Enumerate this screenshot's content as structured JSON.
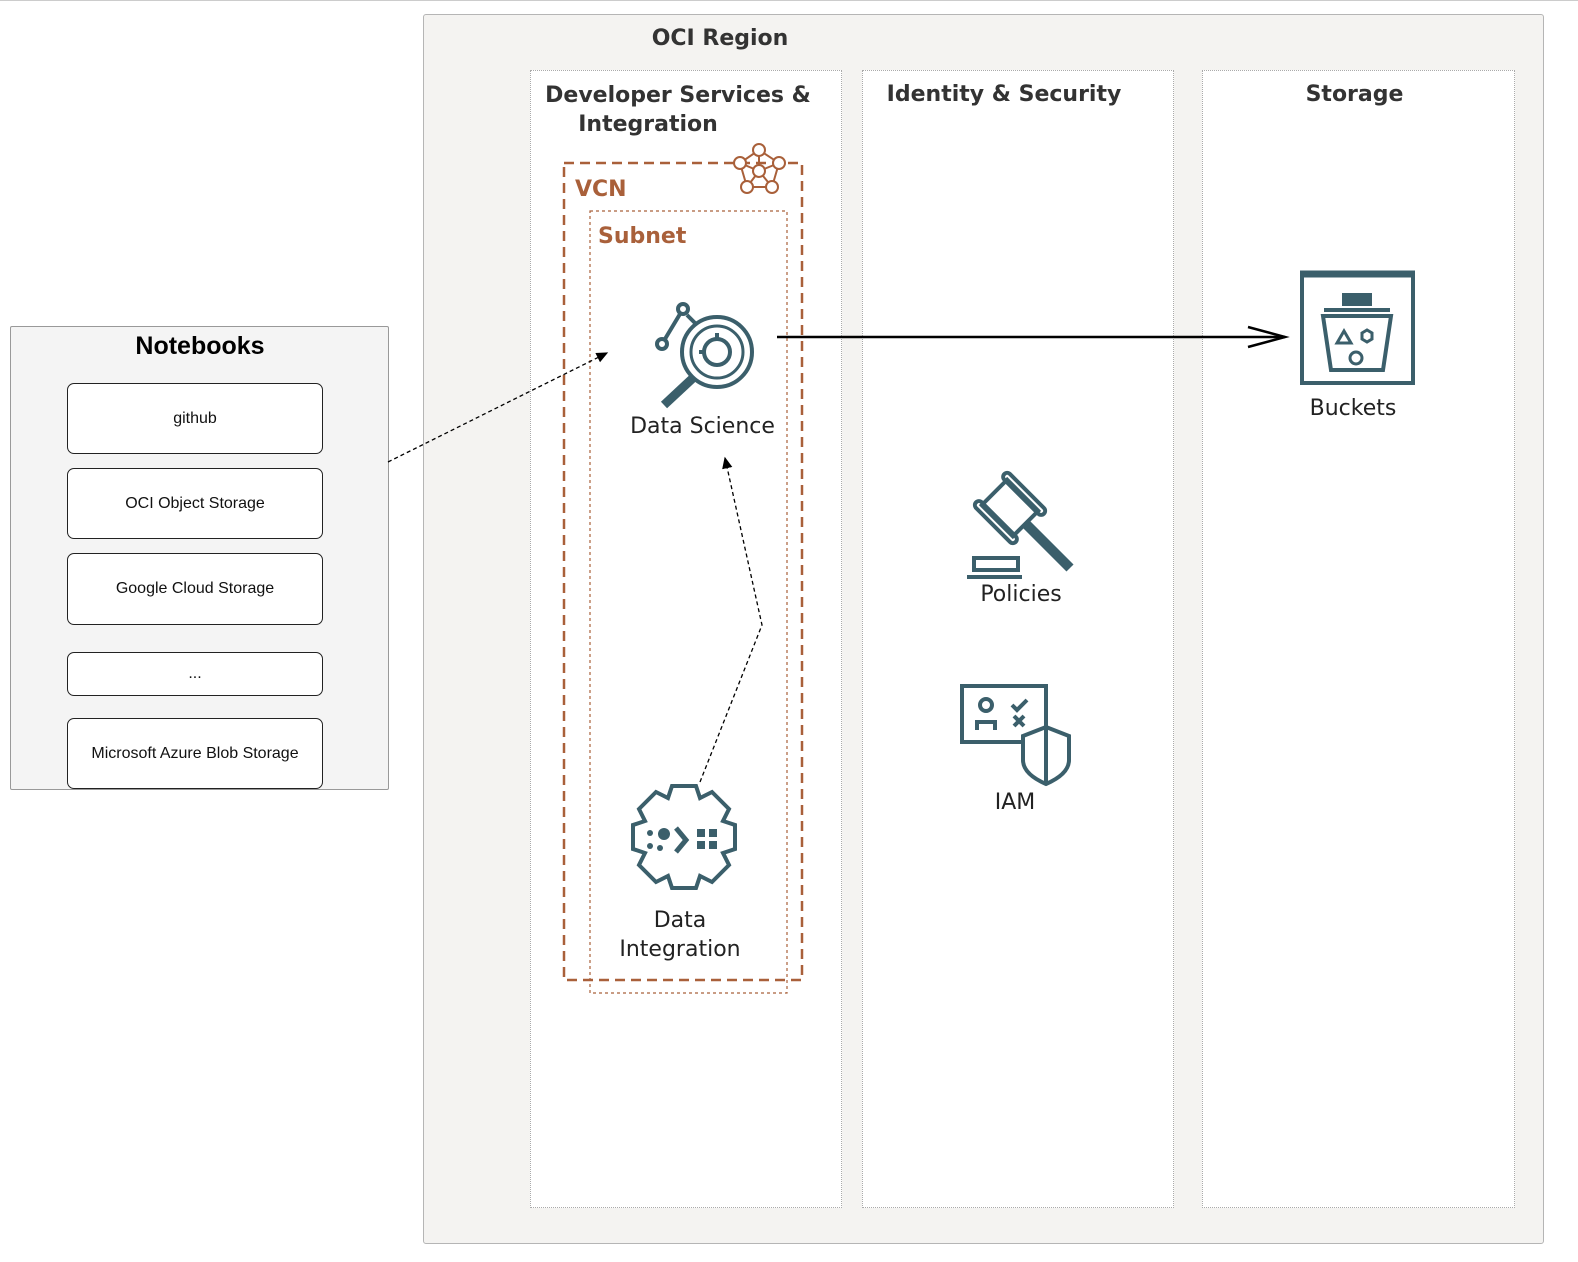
{
  "region": {
    "title": "OCI Region"
  },
  "columns": [
    {
      "title_line1": "Developer Services &",
      "title_line2": "Integration"
    },
    {
      "title": "Identity & Security"
    },
    {
      "title": "Storage"
    }
  ],
  "vcn": {
    "label": "VCN",
    "subnet_label": "Subnet",
    "color": "#a9603a"
  },
  "services": {
    "data_science": "Data Science",
    "data_integration_line1": "Data",
    "data_integration_line2": "Integration",
    "policies": "Policies",
    "iam": "IAM",
    "buckets": "Buckets"
  },
  "notebooks": {
    "title": "Notebooks",
    "items": [
      "github",
      "OCI Object Storage",
      "Google Cloud Storage",
      "...",
      "Microsoft Azure Blob Storage"
    ]
  },
  "colors": {
    "icon": "#3b5f6b",
    "region_bg": "#f4f3f1"
  }
}
